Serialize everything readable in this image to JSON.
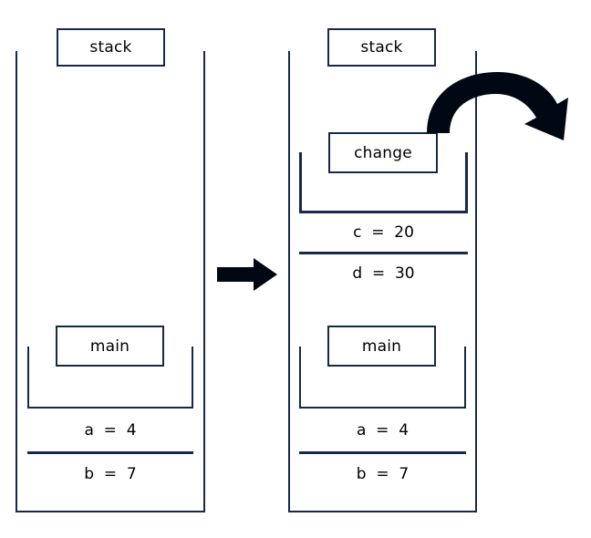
{
  "diagram": {
    "title": "call-stack-before-and-after-function-call",
    "colors": {
      "line": "#16294a",
      "text": "#000000",
      "arrow": "#000814",
      "background": "#ffffff"
    },
    "left_stack": {
      "label": "stack",
      "frames": [
        {
          "label": "main",
          "slots": [
            {
              "text": "a  =  4"
            },
            {
              "text": "b  =  7"
            }
          ]
        }
      ]
    },
    "right_stack": {
      "label": "stack",
      "frames": [
        {
          "label": "change",
          "slots": [
            {
              "text": "c  =  20"
            },
            {
              "text": "d  =  30"
            }
          ]
        },
        {
          "label": "main",
          "slots": [
            {
              "text": "a  =  4"
            },
            {
              "text": "b  =  7"
            }
          ]
        }
      ]
    },
    "arrows": [
      {
        "name": "transition-arrow",
        "kind": "straight-right"
      },
      {
        "name": "return-arrow",
        "kind": "curved-right"
      }
    ]
  }
}
